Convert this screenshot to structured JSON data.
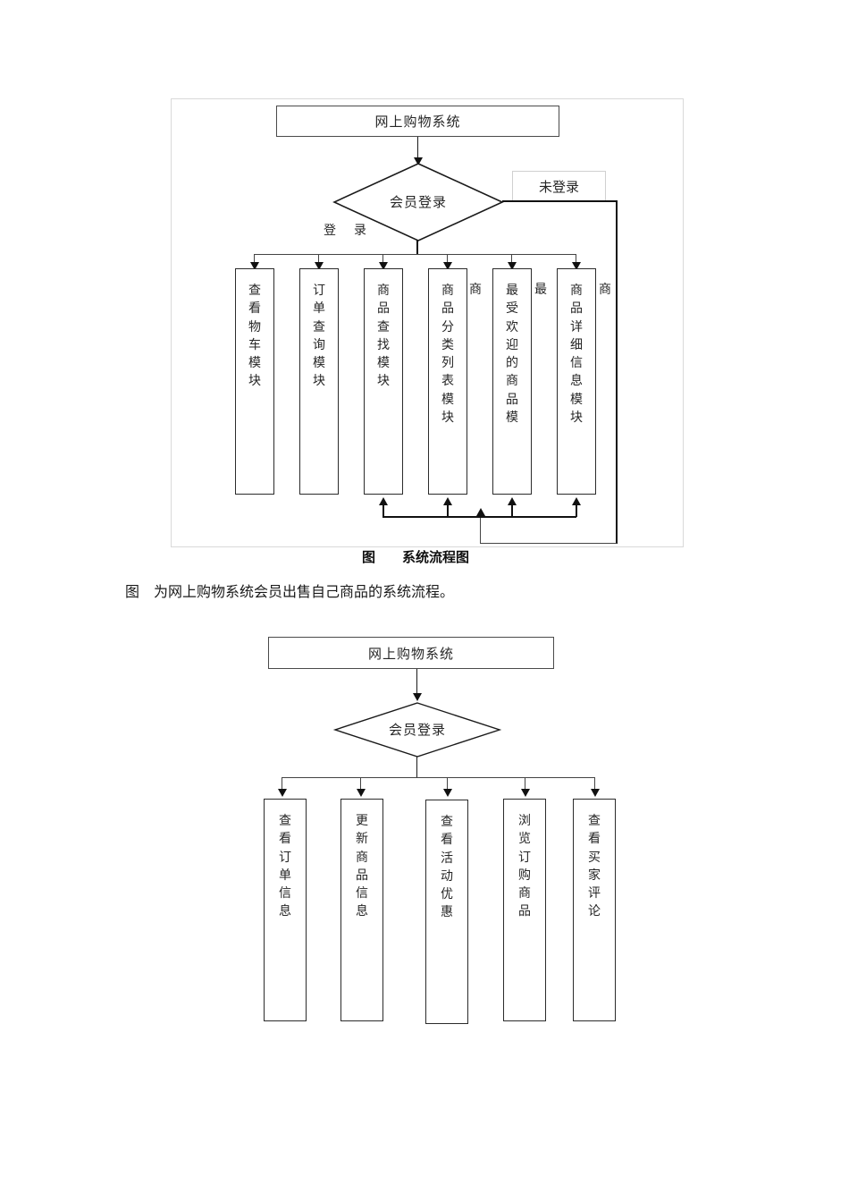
{
  "document": {
    "paragraph": "图　为网上购物系统会员出售自己商品的系统流程。"
  },
  "figure1": {
    "caption": "图　　系统流程图",
    "title_box": "网上购物系统",
    "decision": "会员登录",
    "branch_yes_label": "登　录",
    "branch_no_label": "未登录",
    "modules": [
      {
        "text": "查看物车模块",
        "overflow": ""
      },
      {
        "text": "订单查询模块",
        "overflow": ""
      },
      {
        "text": "商品查找模块",
        "overflow": ""
      },
      {
        "text": "商品分类列表模块",
        "overflow": "商"
      },
      {
        "text": "最受欢迎的商品模",
        "overflow": "最"
      },
      {
        "text": "商品详细信息模块",
        "overflow": "商"
      }
    ]
  },
  "figure2": {
    "title_box": "网上购物系统",
    "decision": "会员登录",
    "modules": [
      {
        "text": "查看订单信息"
      },
      {
        "text": "更新商品信息"
      },
      {
        "text": "查看活动优惠"
      },
      {
        "text": "浏览订购商品"
      },
      {
        "text": "查看买家评论"
      }
    ]
  },
  "colors": {
    "line": "#1a1a1a",
    "box_border": "#2b2b2b",
    "frame_border": "#d9d9d9",
    "text": "#262626",
    "page_background": "#ffffff"
  }
}
